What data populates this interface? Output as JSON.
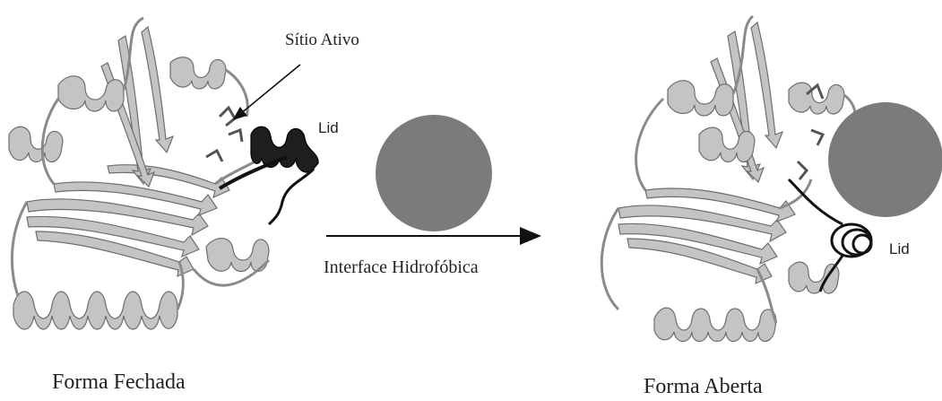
{
  "labels": {
    "active_site": "Sítio Ativo",
    "lid_closed": "Lid",
    "lid_open": "Lid",
    "interface": "Interface Hidrofóbica",
    "closed_form": "Forma Fechada",
    "open_form": "Forma Aberta"
  },
  "colors": {
    "ribbon": "#c4c4c4",
    "ribbon_edge": "#6e6e6e",
    "lid": "#1e1e1e",
    "interface_disc": "#7b7b7b",
    "arrow": "#111111"
  }
}
